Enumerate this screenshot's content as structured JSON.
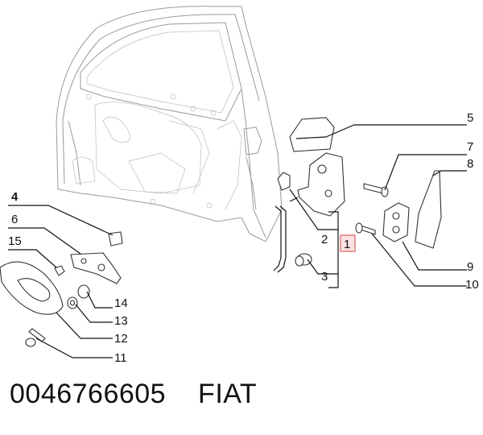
{
  "callouts": {
    "c1": "1",
    "c2": "2",
    "c3": "3",
    "c4": "4",
    "c5": "5",
    "c6": "6",
    "c7": "7",
    "c8": "8",
    "c9": "9",
    "c10": "10",
    "c11": "11",
    "c12": "12",
    "c13": "13",
    "c14": "14",
    "c15": "15"
  },
  "caption": {
    "part_number": "0046766605",
    "brand": "FIAT"
  },
  "colors": {
    "highlight_box": "#e06060",
    "highlight_fill": "#fbe3e3",
    "door_outline": "#9a9a9a",
    "ink": "#111111"
  }
}
